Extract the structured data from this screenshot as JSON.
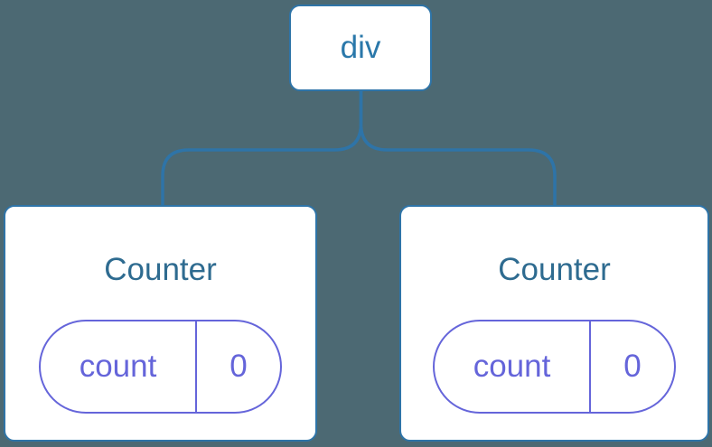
{
  "colors": {
    "background": "#4C6973",
    "connector_line": "#2E74A8",
    "node_border": "#2E74A8",
    "node_background": "#FFFFFF",
    "root_label_text": "#2A78AA",
    "component_title_text": "#2E6B90",
    "state_accent": "#6565DA"
  },
  "tree": {
    "root": {
      "label": "div"
    },
    "children": [
      {
        "title": "Counter",
        "state": {
          "key": "count",
          "value": "0"
        }
      },
      {
        "title": "Counter",
        "state": {
          "key": "count",
          "value": "0"
        }
      }
    ]
  }
}
